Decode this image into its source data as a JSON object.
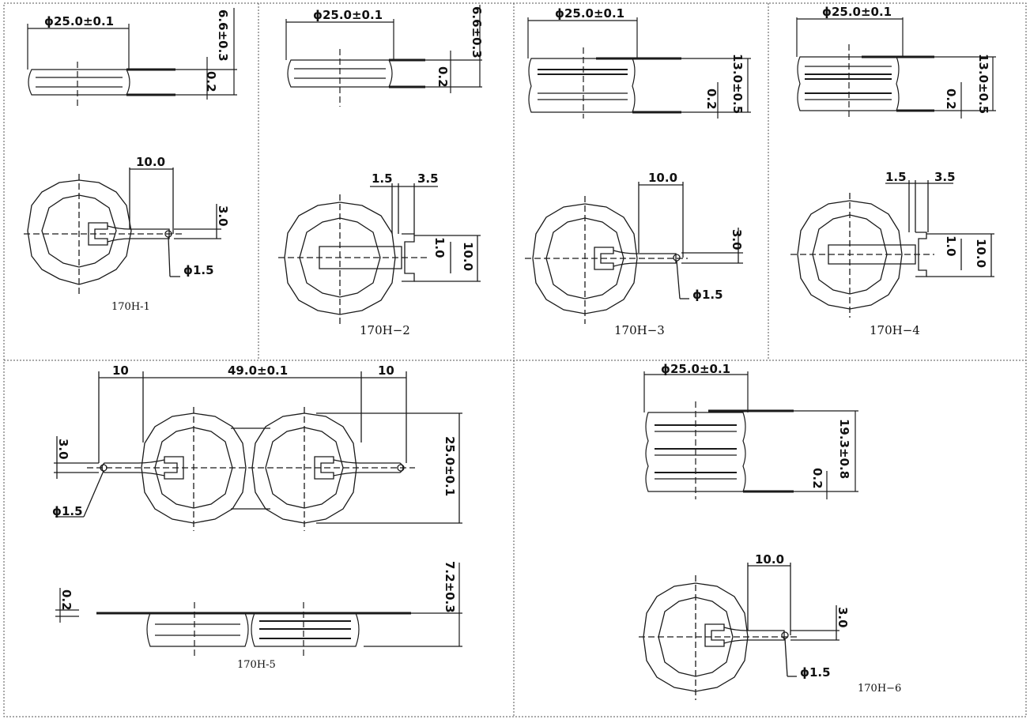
{
  "panels": [
    {
      "id": "170H-1",
      "caption": "170H-1",
      "dims": {
        "diameter": "ϕ25.0±0.1",
        "height": "6.6±0.3",
        "thickness": "0.2",
        "tab": "10.0",
        "pitch": "3.0",
        "hole": "ϕ1.5"
      }
    },
    {
      "id": "170H-2",
      "caption": "170H−2",
      "dims": {
        "diameter": "ϕ25.0±0.1",
        "height": "6.6±0.3",
        "thickness": "0.2",
        "tab_a": "1.5",
        "tab_b": "3.5",
        "inner": "1.0",
        "outer": "10.0"
      }
    },
    {
      "id": "170H-3",
      "caption": "170H−3",
      "dims": {
        "diameter": "ϕ25.0±0.1",
        "height": "13.0±0.5",
        "thickness": "0.2",
        "tab": "10.0",
        "pitch": "3.0",
        "hole": "ϕ1.5"
      }
    },
    {
      "id": "170H-4",
      "caption": "170H−4",
      "dims": {
        "diameter": "ϕ25.0±0.1",
        "height": "13.0±0.5",
        "thickness": "0.2",
        "tab_a": "1.5",
        "tab_b": "3.5",
        "inner": "1.0",
        "outer": "10.0"
      }
    },
    {
      "id": "170H-5",
      "caption": "170H-5",
      "dims": {
        "left": "10",
        "center": "49.0±0.1",
        "right": "10",
        "pitch": "3.0",
        "hole": "ϕ1.5",
        "diameter": "25.0±0.1",
        "thickness": "0.2",
        "height": "7.2±0.3"
      }
    },
    {
      "id": "170H-6",
      "caption": "170H−6",
      "dims": {
        "diameter": "ϕ25.0±0.1",
        "height": "19.3±0.8",
        "thickness": "0.2",
        "tab": "10.0",
        "pitch": "3.0",
        "hole": "ϕ1.5"
      }
    }
  ]
}
